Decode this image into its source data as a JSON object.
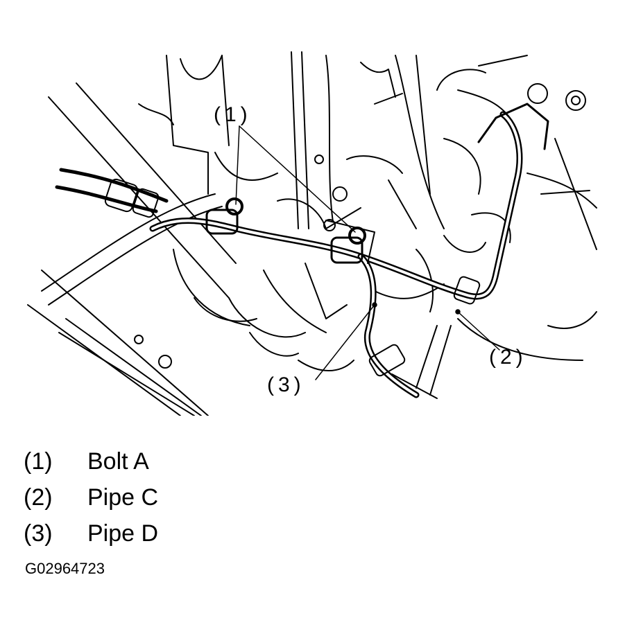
{
  "callouts": {
    "c1": "(1)",
    "c2": "(2)",
    "c3": "(3)"
  },
  "legend": [
    {
      "num": "(1)",
      "label": "Bolt A"
    },
    {
      "num": "(2)",
      "label": "Pipe C"
    },
    {
      "num": "(3)",
      "label": "Pipe D"
    }
  ],
  "figure_id": "G02964723",
  "colors": {
    "ink": "#000000",
    "paper": "#ffffff"
  }
}
